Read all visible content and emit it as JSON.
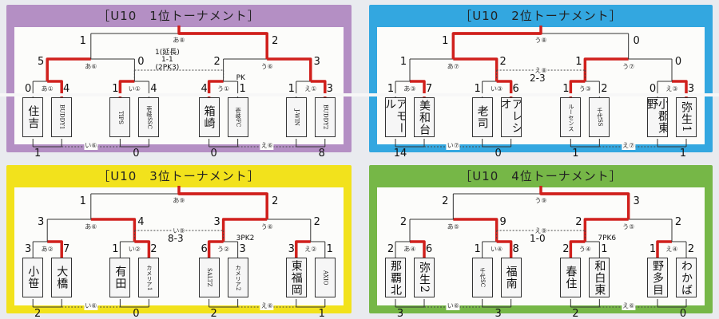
{
  "panels": [
    {
      "title": "［U10　1位トーナメント］",
      "bg": "#b48fc4",
      "teams": [
        "住吉",
        "BUDDY1",
        "TIPS",
        "壱岐SSC",
        "箱崎",
        "壱岐FC",
        "J-WIN",
        "BUDDY2"
      ],
      "match_labels": {
        "r1": [
          "あ①",
          "い①",
          "う①",
          "え①"
        ],
        "sf": [
          "あ⑥",
          "う⑥"
        ],
        "final": "あ⑧",
        "lower_left": "い⑥",
        "lower_right": "え⑥"
      },
      "scores": {
        "r1": [
          [
            "0",
            "4"
          ],
          [
            "1",
            "4"
          ],
          [
            "4",
            "1"
          ],
          [
            "1",
            "3"
          ]
        ],
        "sf": [
          [
            "5",
            "0"
          ],
          [
            "2",
            "3"
          ]
        ],
        "final": [
          "1",
          "2"
        ],
        "lower": [
          [
            "1",
            "0"
          ],
          [
            "0",
            "8"
          ]
        ]
      },
      "notes": {
        "sf_note": "1(延長)\n1-1\n(2PK3)",
        "right_note": "PK"
      }
    },
    {
      "title": "［U10　2位トーナメント］",
      "bg": "#33a7e0",
      "teams": [
        "アモール",
        "美和台",
        "老司",
        "アレシオ",
        "ルーセンス",
        "千代SS",
        "小郡東野",
        "弥生1"
      ],
      "match_labels": {
        "r1": [
          "あ③",
          "い③",
          "う③",
          "え③"
        ],
        "sf": [
          "あ⑦",
          "う⑦"
        ],
        "final": "う⑧",
        "upper_mid": "え⑧",
        "lower_left": "い⑦",
        "lower_right": "え⑦"
      },
      "scores": {
        "r1": [
          [
            "1",
            "7"
          ],
          [
            "1",
            "6"
          ],
          [
            "1",
            "2"
          ],
          [
            "0",
            "3"
          ]
        ],
        "sf": [
          [
            "1",
            "2"
          ],
          [
            "1",
            "0"
          ]
        ],
        "final": [
          "1",
          "0"
        ],
        "lower": [
          [
            "14",
            "0"
          ],
          [
            "1",
            "1"
          ]
        ]
      },
      "notes": {
        "mid_note": "2-3"
      }
    },
    {
      "title": "［U10　3位トーナメント］",
      "bg": "#f2e21c",
      "teams": [
        "小笹",
        "大橋",
        "有田",
        "カメリア1",
        "SALTZ",
        "カメリア2",
        "東福岡",
        "AXIO"
      ],
      "match_labels": {
        "r1": [
          "あ②",
          "い②",
          "う②",
          "え②"
        ],
        "sf": [
          "あ⑥",
          "う⑥"
        ],
        "final": "あ⑨",
        "upper_mid": "い⑨",
        "lower_left": "い⑥",
        "lower_right": "え⑥"
      },
      "scores": {
        "r1": [
          [
            "3",
            "7"
          ],
          [
            "1",
            "2"
          ],
          [
            "6",
            "3"
          ],
          [
            "3",
            "1"
          ]
        ],
        "sf": [
          [
            "3",
            "4"
          ],
          [
            "3",
            "2"
          ]
        ],
        "final": [
          "1",
          "2"
        ],
        "lower": [
          [
            "2",
            "0"
          ],
          [
            "2",
            "1"
          ]
        ]
      },
      "notes": {
        "mid_note": "8-3",
        "right_note": "3PK2"
      }
    },
    {
      "title": "［U10　4位トーナメント］",
      "bg": "#76b747",
      "teams": [
        "那覇北",
        "弥生2",
        "千代SC",
        "福南",
        "春住",
        "和白東",
        "野多目",
        "わかば"
      ],
      "match_labels": {
        "r1": [
          "あ④",
          "い④",
          "う④",
          "え④"
        ],
        "sf": [
          "あ⑤",
          "う⑤"
        ],
        "final": "う⑨",
        "upper_mid": "え⑨",
        "lower_left": "い⑥",
        "lower_right": "え⑥"
      },
      "scores": {
        "r1": [
          [
            "2",
            "6"
          ],
          [
            "1",
            "8"
          ],
          [
            "2",
            "1"
          ],
          [
            "1",
            "2"
          ]
        ],
        "sf": [
          [
            "2",
            "9"
          ],
          [
            "2",
            "2"
          ]
        ],
        "final": [
          "2",
          "3"
        ],
        "lower": [
          [
            "3",
            "3"
          ],
          [
            "2",
            "0"
          ]
        ]
      },
      "notes": {
        "mid_note": "1-0",
        "right_note": "7PK6"
      }
    }
  ],
  "colors": {
    "win_line": "#d0201c",
    "line": "#333333",
    "dotted": "#444444"
  }
}
